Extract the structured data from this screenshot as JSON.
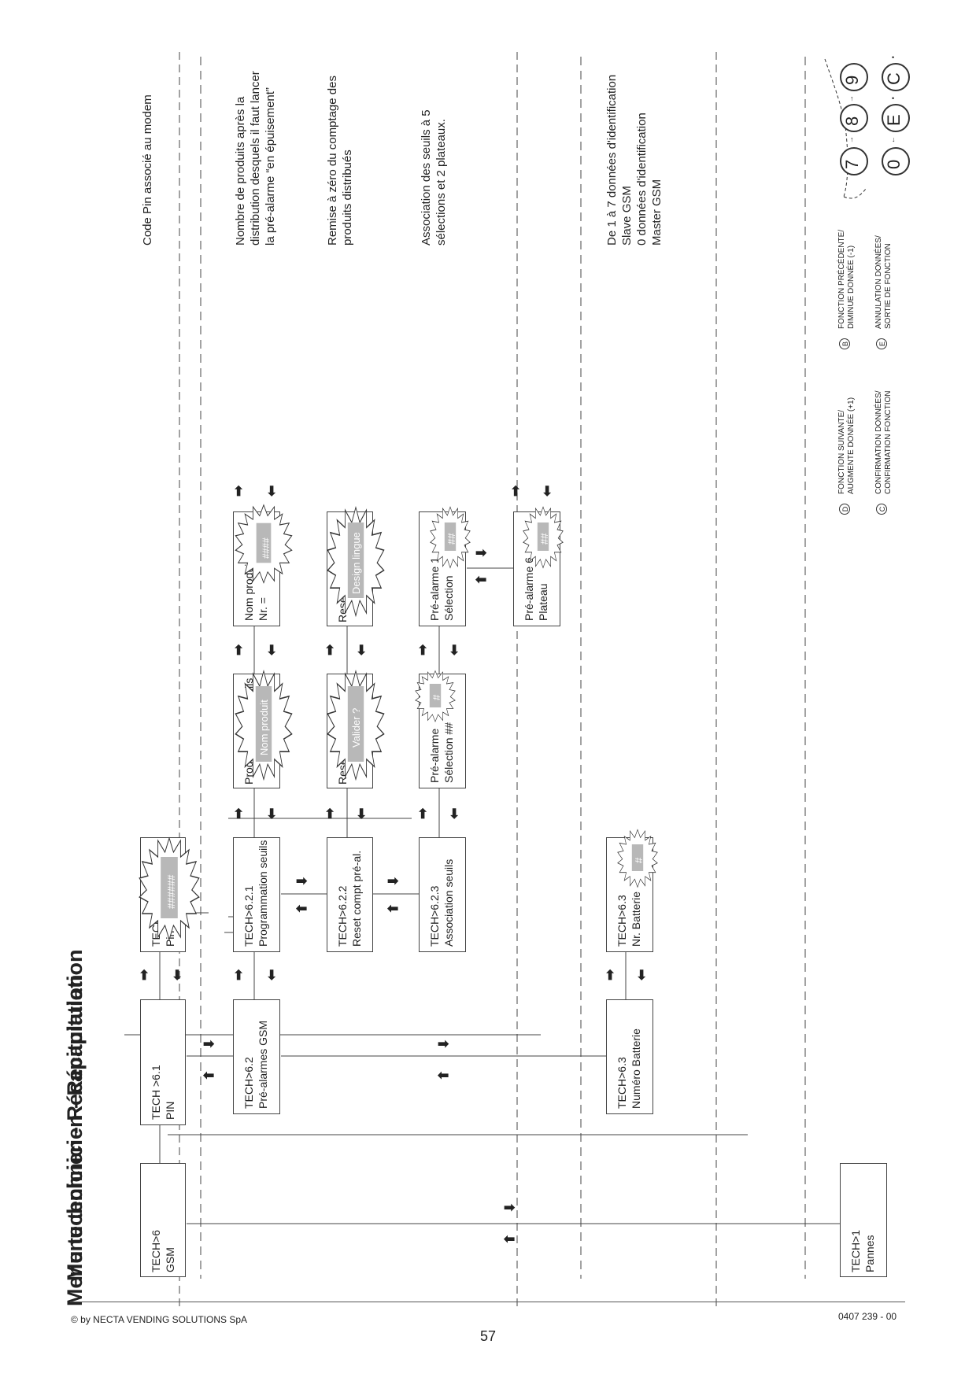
{
  "title": "Menu technicien - Récapitulation",
  "boxes": {
    "tech6": {
      "l1": "TECH>6",
      "l2": "GSM"
    },
    "tech61": {
      "l1": "TECH >6.1",
      "l2": "PIN"
    },
    "pin": {
      "l1": "TECH",
      "l2": "Pin ="
    },
    "tech62": {
      "l1": "TECH>6.2",
      "l2": "Pré-alarmes  GSM"
    },
    "tech621": {
      "l1": "TECH>6.2.1",
      "l2": "Programmation  seuils"
    },
    "prog": {
      "l1": "Programmation  seuils",
      "l2": ""
    },
    "nomprod": {
      "l1": "Nom  produit",
      "l2": "Nr.  ="
    },
    "tech622": {
      "l1": "TECH>6.2.2",
      "l2": "Reset  compt  pré-al."
    },
    "reset1": {
      "l1": "Reset  compt  pré-al.",
      "l2": ""
    },
    "reset2": {
      "l1": "Reset  compt  pré-al.",
      "l2": ""
    },
    "tech623": {
      "l1": "TECH>6.2.3",
      "l2": "Association  seuils"
    },
    "pre1": {
      "l1": "Pré-alarme",
      "l2": "Sélection  ##"
    },
    "pre2": {
      "l1": "Pré-alarme  1",
      "l2": "Sélection"
    },
    "pre3": {
      "l1": "Pré-alarme  6",
      "l2": "Plateau"
    },
    "tech63": {
      "l1": "TECH>6.3",
      "l2": "Numéro Batterie"
    },
    "nrbat": {
      "l1": "TECH>6.3",
      "l2": "Nr.  Batterie"
    },
    "tech1": {
      "l1": "TECH>1",
      "l2": "Pannes"
    }
  },
  "bursts": {
    "pin": "######",
    "nomprod": "####",
    "prog": "Nom  produit",
    "reset1": "Valider  ?",
    "reset2": "Design lingue",
    "pre1": "#",
    "pre2": "##",
    "pre3": "##",
    "nrbat": "#"
  },
  "notes": {
    "pin": [
      "Code Pin associé au modem"
    ],
    "prog": [
      "Nombre de produits après la",
      "distribution desquels il faut lancer",
      "la pré-alarme “en épuisement”"
    ],
    "reset": [
      "Remise à zéro du comptage des",
      "produits distribués"
    ],
    "assoc": [
      "Association des seuils à 5",
      "sélections et 2 plateaux."
    ],
    "bat": [
      "De 1 à 7 données d'identification",
      "Slave GSM",
      "0 données d'identification",
      "Master GSM"
    ]
  },
  "legend": {
    "d_sym": "D",
    "d_lines": [
      "FONCTION SUIVANTE/",
      "AUGMENTE DONNÉE (+1)"
    ],
    "b_sym": "B",
    "b_lines": [
      "FONCTION PRÉCÉDENTE/",
      "DIMINUE DONNÉE (-1)"
    ],
    "c_sym": "C",
    "c_lines": [
      "CONFIRMATION DONNÉES/",
      "CONFIRMATION FONCTION"
    ],
    "e_sym": "E",
    "e_lines": [
      "ANNULATION DONNÉES/",
      "SORTIE DE FONCTION"
    ]
  },
  "keys": {
    "seven": "7",
    "eight": "8",
    "nine": "9",
    "zero": "0",
    "e": "E",
    "c": "C"
  },
  "footer": {
    "copyright": "© by NECTA VENDING SOLUTIONS SpA",
    "page": "57",
    "code": "0407 239 - 00"
  }
}
